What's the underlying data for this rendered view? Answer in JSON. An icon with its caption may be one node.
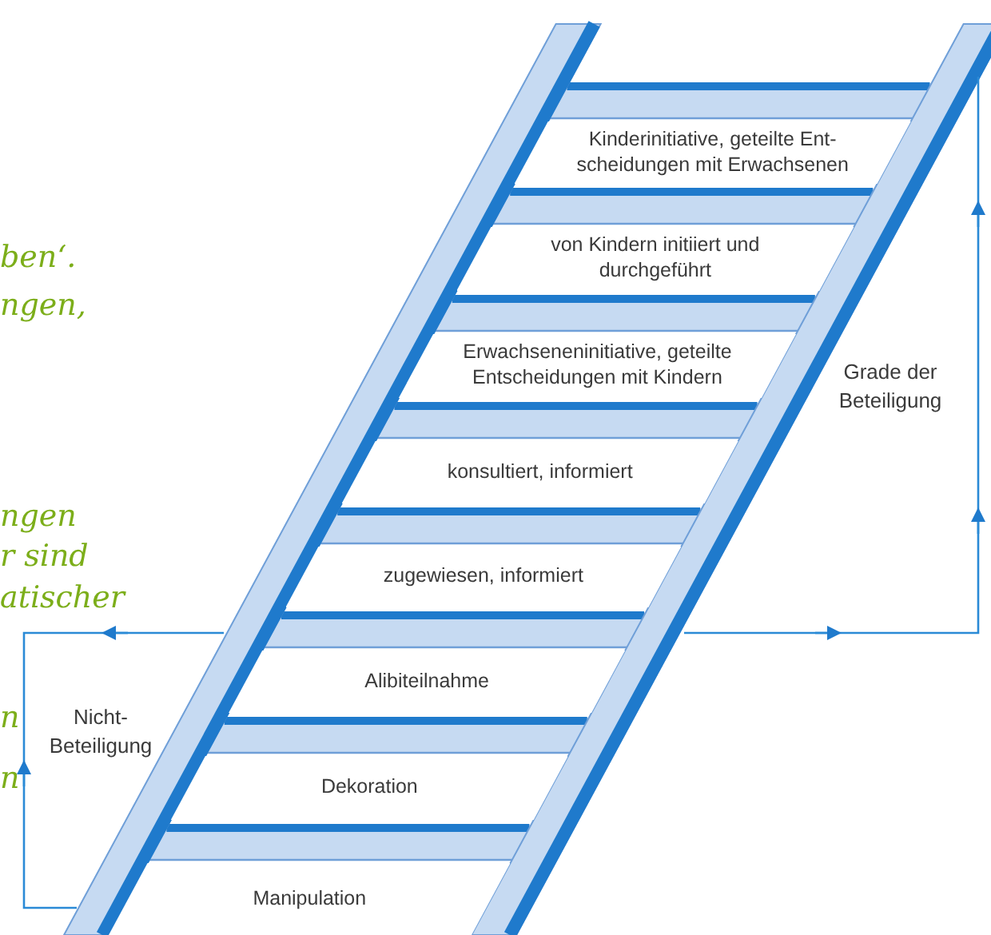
{
  "diagram": {
    "nodes": [
      {
        "text": [
          "Kinderinitiative, geteilte Ent- scheidungen mit Erwachsenen"
        ]
      },
      {
        "text": [
          "von Kindern initiiert und durchgeführt"
        ]
      },
      {
        "text": [
          "Erwachseneninitiative, geteilte Entscheidungen mit Kindern"
        ]
      },
      {
        "text": [
          "konsultiert, informiert"
        ]
      },
      {
        "text": [
          "zugewiesen, informiert"
        ]
      },
      {
        "text": [
          "Alibiteilnahme"
        ]
      },
      {
        "text": [
          "Dekoration"
        ]
      },
      {
        "text": [
          "Manipulation"
        ]
      }
    ],
    "labels": [
      "ben‘.",
      "ngen,",
      "Grade der Beteiligung",
      "ngen",
      "r sind",
      "atischer",
      "n",
      "Nicht- Beteiligung",
      "n"
    ]
  }
}
